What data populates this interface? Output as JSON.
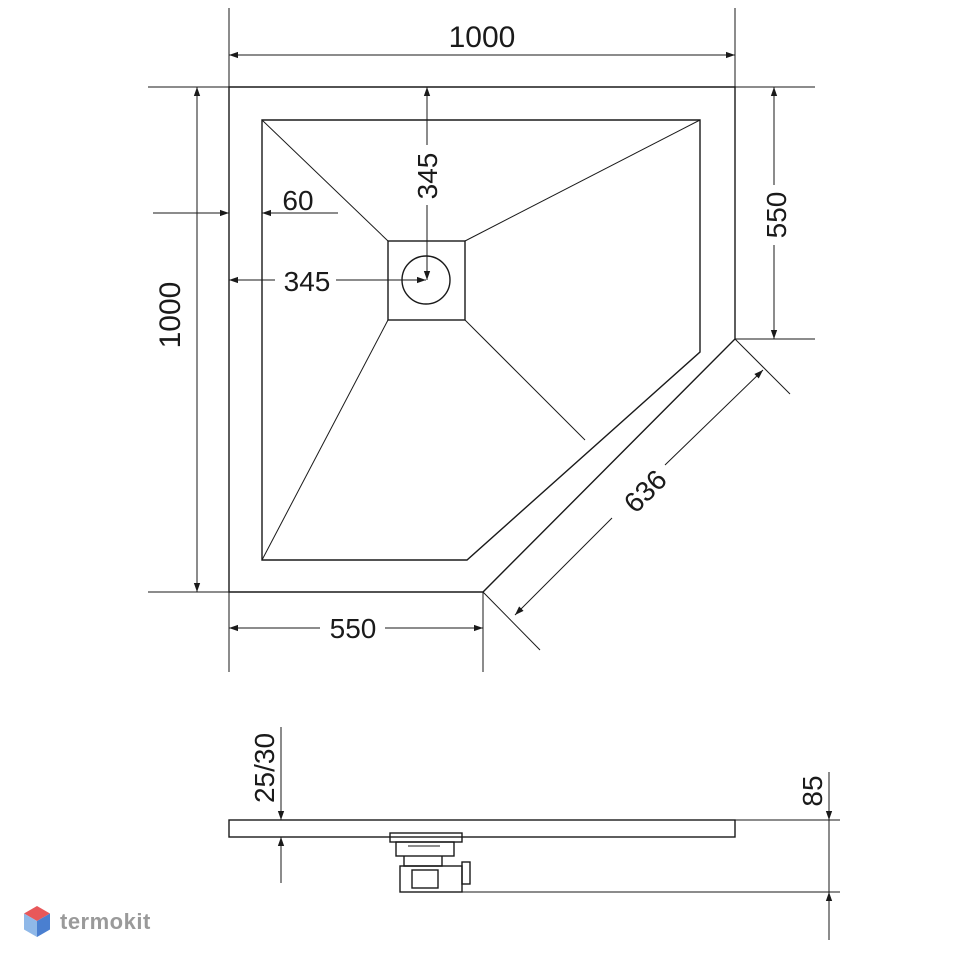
{
  "drawing": {
    "plan_dimensions": {
      "top_width": "1000",
      "left_height": "1000",
      "right_height": "550",
      "bottom_width": "550",
      "diagonal": "636",
      "rim": "60",
      "drain_offset_x": "345",
      "drain_offset_y": "345"
    },
    "section_dimensions": {
      "tray_thickness": "25/30",
      "total_height": "85"
    }
  },
  "brand": {
    "name": "termokit",
    "icon": "hexagon-cube-icon",
    "colors": {
      "top": "#e8585a",
      "left": "#8fb8e8",
      "right": "#4a7fd0"
    }
  }
}
